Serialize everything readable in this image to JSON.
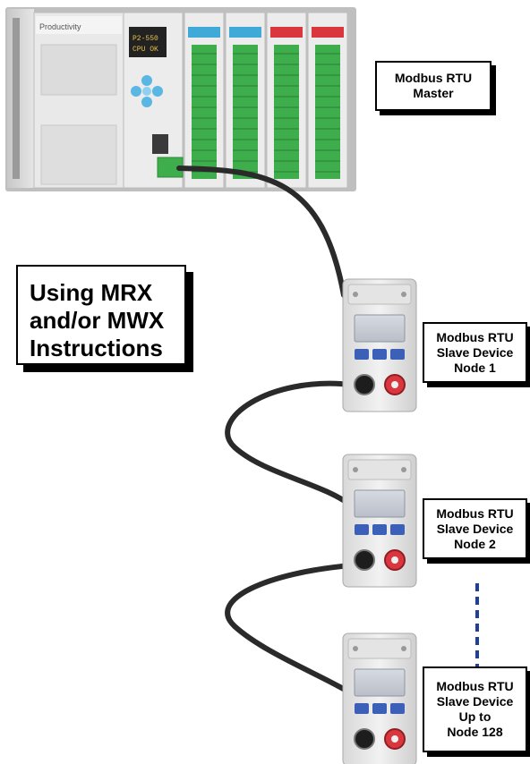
{
  "master": {
    "label_lines": [
      "Modbus RTU",
      "Master"
    ],
    "brand": "Productivity",
    "display_lines": [
      "P2-550",
      "CPU OK"
    ]
  },
  "callout": {
    "lines": [
      "Using MRX",
      "and/or MWX",
      "Instructions"
    ]
  },
  "slaves": [
    {
      "label_lines": [
        "Modbus RTU",
        "Slave Device",
        "Node 1"
      ]
    },
    {
      "label_lines": [
        "Modbus RTU",
        "Slave Device",
        "Node 2"
      ]
    },
    {
      "label_lines": [
        "Modbus RTU",
        "Slave Device",
        "Up to",
        "Node 128"
      ]
    }
  ],
  "colors": {
    "cable": "#2a2a2a",
    "dashed_link": "#1f3f9a",
    "label_border": "#000000",
    "module_blue": "#3fa9d8",
    "module_red": "#d9363e",
    "terminal_green": "#3dae4b"
  }
}
